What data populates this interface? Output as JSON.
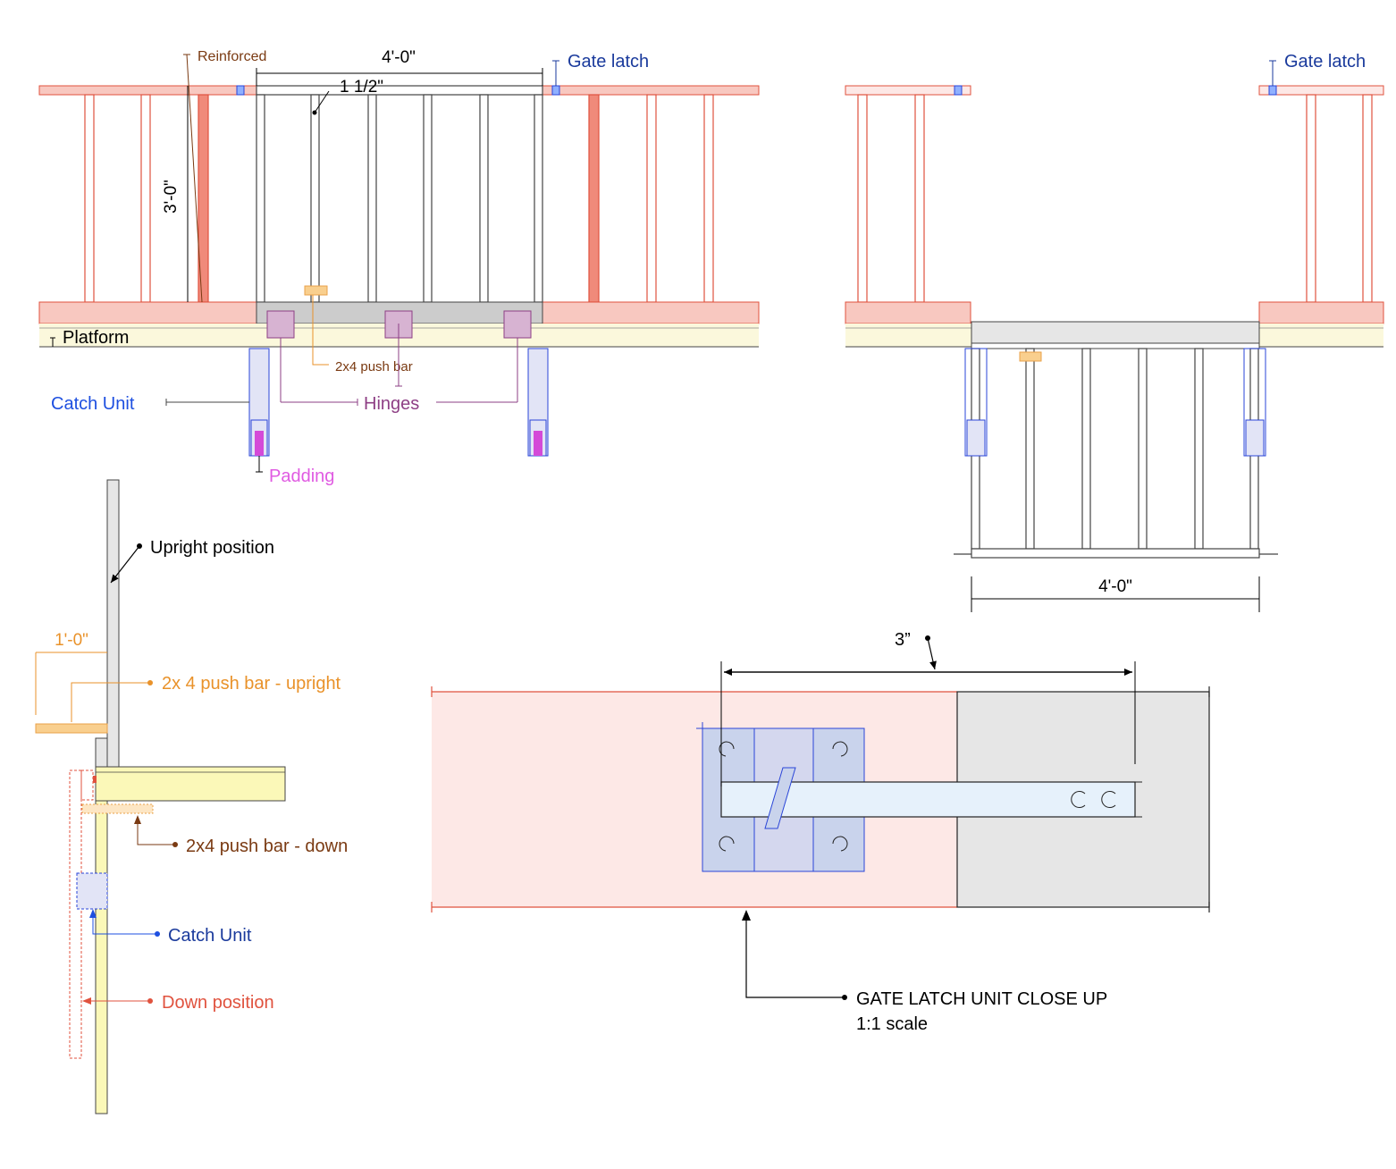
{
  "colors": {
    "rail_fill": "#f8c8c0",
    "rail_stroke": "#e0523e",
    "reinforced_fill": "#f08a7a",
    "gate_stroke": "#444444",
    "gate_base": "#cccccc",
    "platform": "#fbf8dc",
    "push_bar": "#f9cf8e",
    "push_bar_stroke": "#e9a24a",
    "hinge_fill": "#d7b3d2",
    "hinge_stroke": "#8e3f85",
    "catch_fill": "#e2e4f6",
    "catch_stroke": "#2a45d8",
    "padding": "#d44ad8",
    "label_blue": "#1a3a9c",
    "label_catch": "#1d4fe0",
    "label_brown": "#7a3a12",
    "label_purple": "#8e3f85",
    "label_orange": "#e9922a",
    "label_red": "#e0523e",
    "label_pink": "#e05be2",
    "latch_left_bg": "#fde8e6",
    "latch_right_bg": "#e6e6e6",
    "latch_plate": "#c9d3ec",
    "latch_bar": "#e6f1fb"
  },
  "front_view": {
    "reinforced_label": "Reinforced",
    "width_dim": "4'-0\"",
    "height_dim": "3'-0\"",
    "bar_spacing_dim": "1 1/2\"",
    "gate_latch_label": "Gate latch",
    "platform_label": "Platform",
    "push_bar_label": "2x4 push bar",
    "hinges_label": "Hinges",
    "catch_unit_label": "Catch Unit",
    "padding_label": "Padding"
  },
  "down_view": {
    "gate_latch_label": "Gate latch",
    "width_dim": "4'-0\""
  },
  "side_view": {
    "upright_label": "Upright position",
    "offset_dim": "1'-0\"",
    "push_bar_upright_label": "2x 4 push bar - upright",
    "push_bar_down_label": "2x4 push bar - down",
    "catch_unit_label": "Catch Unit",
    "down_label": "Down position"
  },
  "latch_closeup": {
    "dim": "3”",
    "title": "GATE LATCH UNIT CLOSE UP",
    "scale": "1:1 scale"
  }
}
